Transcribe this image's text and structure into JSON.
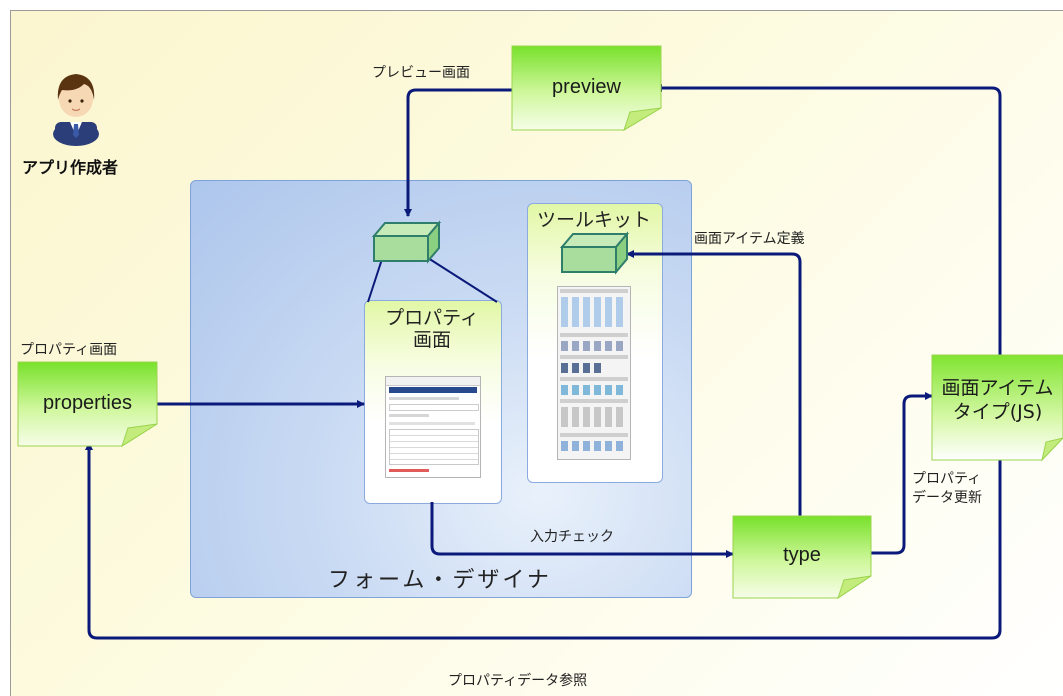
{
  "author": {
    "label": "アプリ作成者",
    "icon": "person-icon"
  },
  "designer": {
    "title": "フォーム・デザイナ"
  },
  "property_panel": {
    "title_line1": "プロパティ",
    "title_line2": "画面"
  },
  "toolkit": {
    "title": "ツールキット"
  },
  "notes": {
    "preview": "preview",
    "properties": "properties",
    "type": "type",
    "item_type_line1": "画面アイテム",
    "item_type_line2": "タイプ(JS)"
  },
  "labels": {
    "preview_screen": "プレビュー画面",
    "property_screen": "プロパティ画面",
    "item_definition": "画面アイテム定義",
    "input_check": "入力チェック",
    "property_update_line1": "プロパティ",
    "property_update_line2": "データ更新",
    "property_reference": "プロパティデータ参照"
  },
  "colors": {
    "frame_bg": "#fdfbd8",
    "panel_blue": "#b7cdee",
    "arrow": "#0b1a7a",
    "note_green": "#7ee83a",
    "cube_green": "#9fd896"
  }
}
